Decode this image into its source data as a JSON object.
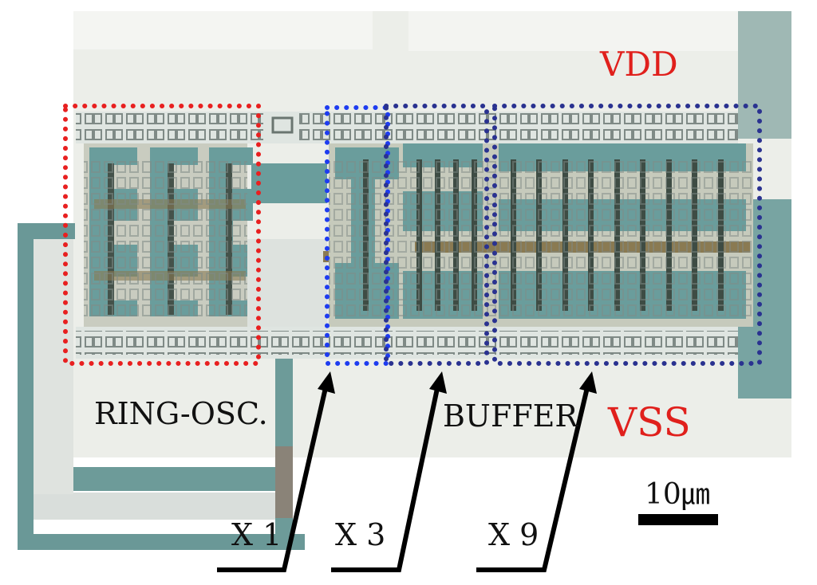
{
  "labels": {
    "vdd": "VDD",
    "vss": "VSS",
    "ring_osc": "RING-OSC.",
    "buffer": "BUFFER",
    "x1": "X 1",
    "x3": "X 3",
    "x9": "X 9",
    "scale": "10㎛"
  },
  "colors": {
    "vdd_vss_label": "#e0201c",
    "ring_box": "#e82020",
    "x1_box": "#1e3cf0",
    "buffer_box": "#2a3290",
    "metal": "#6fa0a0",
    "background_chip": "#e8ece6",
    "arrow": "#000000"
  }
}
